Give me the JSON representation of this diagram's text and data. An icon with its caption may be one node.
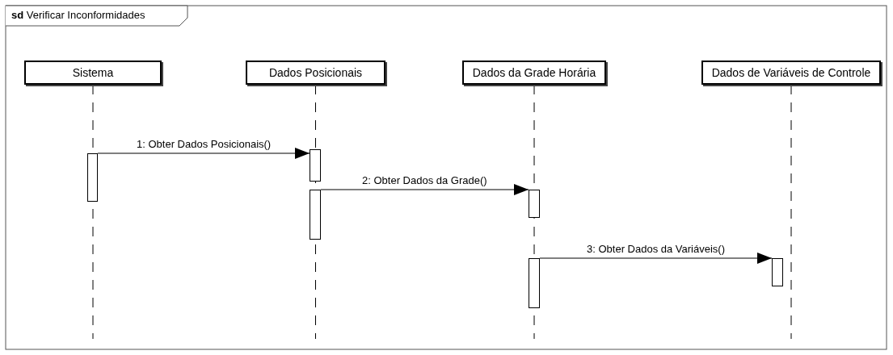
{
  "diagram": {
    "title": "**sd** Verificar Inconformidades",
    "nodes": [
      {
        "text": [
          "Sistema"
        ]
      },
      {
        "text": [
          "Dados Posicionais"
        ]
      },
      {
        "text": [
          "Dados da Grade Horária"
        ]
      },
      {
        "text": [
          "Dados de Variáveis de Controle"
        ]
      },
      {
        "text": [],
        "shape": "bar"
      },
      {
        "text": [],
        "shape": "bar"
      },
      {
        "text": [],
        "shape": "bar"
      },
      {
        "text": [],
        "shape": "bar"
      },
      {
        "text": [],
        "shape": "bar"
      },
      {
        "text": [],
        "shape": "bar"
      }
    ],
    "edges": [
      {
        "from": 4,
        "to": 5,
        "arrow": "to",
        "label": "1: Obter Dados Posicionais()"
      },
      {
        "from": 6,
        "to": 7,
        "arrow": "to",
        "label": "2: Obter Dados da Grade()"
      },
      {
        "from": 8,
        "to": 9,
        "arrow": "to",
        "label": "3: Obter Dados da Variáveis()"
      }
    ]
  }
}
